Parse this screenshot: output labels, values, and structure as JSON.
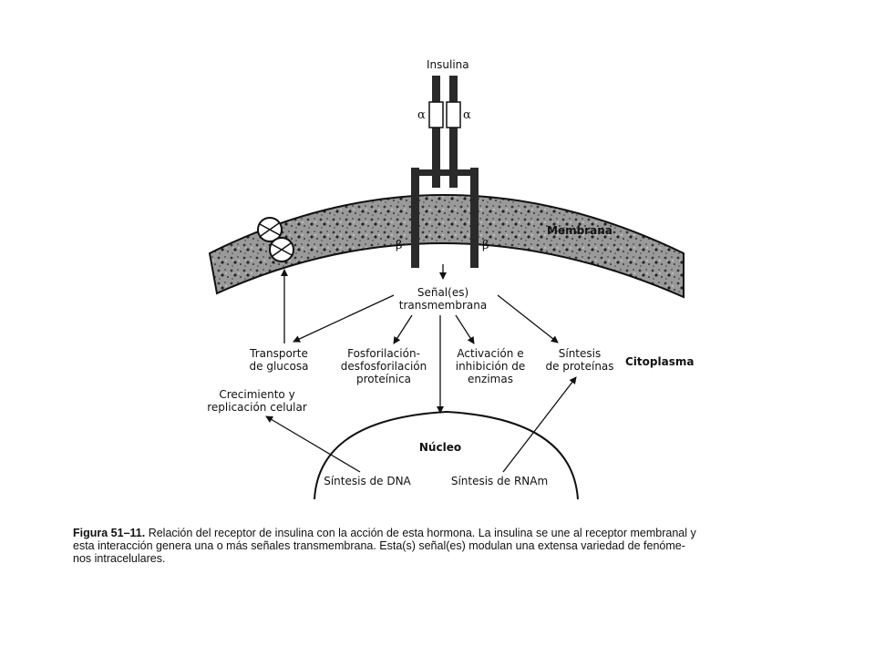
{
  "diagram": {
    "ligand": "Insulina",
    "alpha": "α",
    "beta": "β",
    "membrane": "Membrana",
    "signal_lines": [
      "Señal(es)",
      "transmembrana"
    ],
    "effects": {
      "glucose": [
        "Transporte",
        "de glucosa"
      ],
      "phospho": [
        "Fosforilación-",
        "desfosforilación",
        "proteínica"
      ],
      "enzymes": [
        "Activación e",
        "inhibición de",
        "enzimas"
      ],
      "protein": [
        "Síntesis",
        "de proteínas"
      ]
    },
    "growth": [
      "Crecimiento y",
      "replicación celular"
    ],
    "cytoplasm": "Citoplasma",
    "nucleus": "Núcleo",
    "dna": "Síntesis de DNA",
    "rna": "Síntesis de RNAm"
  },
  "caption": {
    "figure_label": "Figura 51–11.",
    "lines": [
      " Relación del receptor de insulina con la acción de esta hormona. La insulina se une al receptor membranal y",
      "esta interacción genera una o más señales transmembrana. Esta(s) señal(es) modulan una extensa variedad de fenóme-",
      "nos intracelulares."
    ]
  }
}
